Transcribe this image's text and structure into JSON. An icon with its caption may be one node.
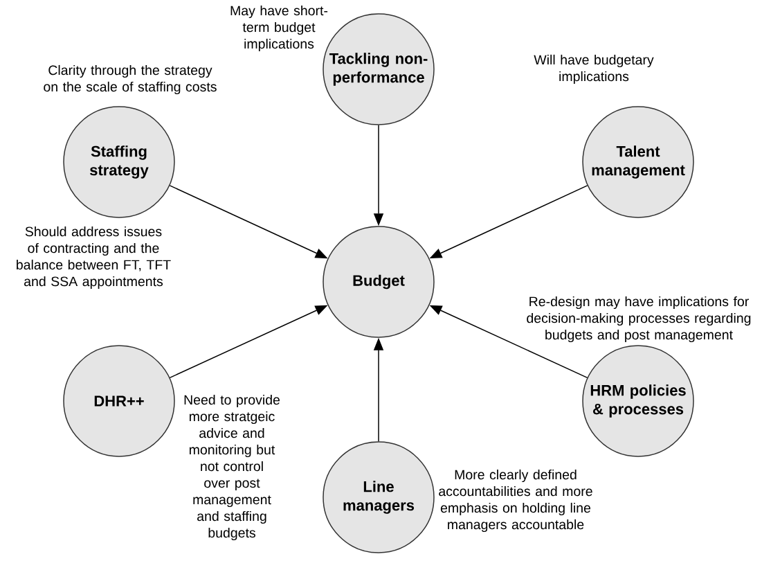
{
  "diagram": {
    "nodes": [
      {
        "text": [
          "Tackling non-performance"
        ],
        "beside": [
          "May have short-term budget implications"
        ]
      },
      {
        "text": [
          "Staffing strategy"
        ],
        "beside": [
          "Clarity through the strategy on the scale of staffing costs",
          "Should address issues of contracting and the balance between FT, TFT and SSA appointments"
        ]
      },
      {
        "text": [
          "Talent management"
        ],
        "beside": [
          "Will have budgetary implications"
        ]
      },
      {
        "text": [
          "Budget"
        ]
      },
      {
        "text": [
          "HRM policies & processes"
        ],
        "beside": [
          "Re-design may have implications for decision-making processes regarding budgets and post management"
        ]
      },
      {
        "text": [
          "DHR++"
        ],
        "beside": [
          "Need to provide more stratgeic advice and monitoring but not control over post management and staffing budgets"
        ]
      },
      {
        "text": [
          "Line managers"
        ],
        "beside": [
          "More clearly defined accountabilities and more emphasis on holding line managers accountable"
        ]
      }
    ],
    "edges": [
      {
        "from": 0,
        "to": 3,
        "arrow": "to"
      },
      {
        "from": 1,
        "to": 3,
        "arrow": "to"
      },
      {
        "from": 2,
        "to": 3,
        "arrow": "to"
      },
      {
        "from": 4,
        "to": 3,
        "arrow": "to"
      },
      {
        "from": 5,
        "to": 3,
        "arrow": "to"
      },
      {
        "from": 6,
        "to": 3,
        "arrow": "to"
      }
    ]
  }
}
